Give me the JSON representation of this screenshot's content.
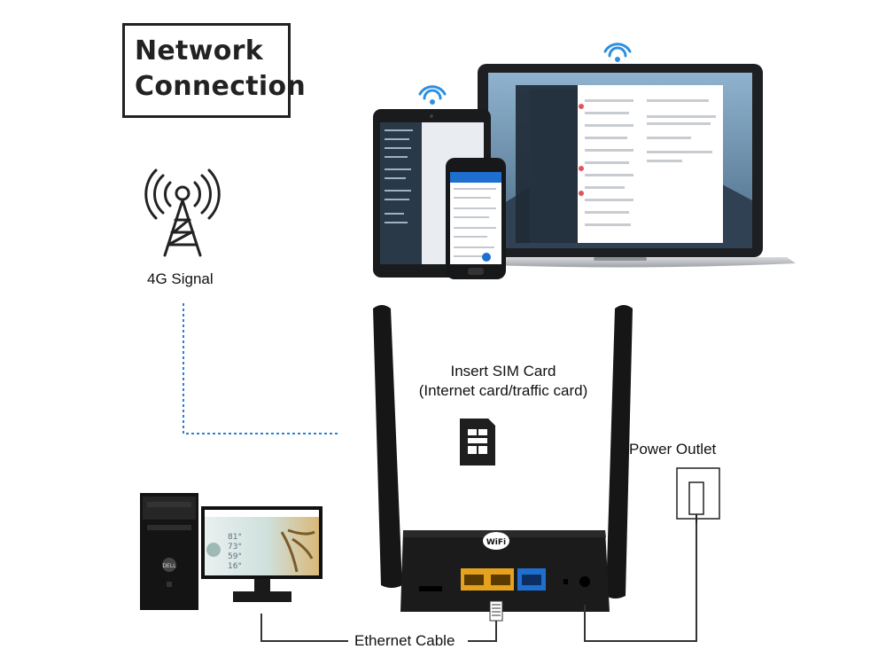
{
  "title": {
    "line1": "Network",
    "line2": "Connection"
  },
  "labels": {
    "signal": "4G Signal",
    "sim_line1": "Insert SIM Card",
    "sim_line2": "(Internet card/traffic card)",
    "power": "Power Outlet",
    "ethernet": "Ethernet Cable"
  },
  "devices": {
    "tower": "cell-tower-icon",
    "laptop": "laptop-icon",
    "tablet": "tablet-icon",
    "phone": "phone-icon",
    "desktop": "desktop-pc-icon",
    "router": "router-icon",
    "sim": "sim-card-icon",
    "outlet": "power-outlet-icon",
    "wifi": "wifi-icon"
  },
  "monitor_readouts": [
    "81°",
    "73°",
    "59°",
    "16°"
  ],
  "colors": {
    "signal_line": "#2a7fd4",
    "router_body": "#1b1b1b",
    "lan_ports": "#e5a21f",
    "wan_port": "#1f6fd0",
    "wifi": "#2d8fe0"
  }
}
